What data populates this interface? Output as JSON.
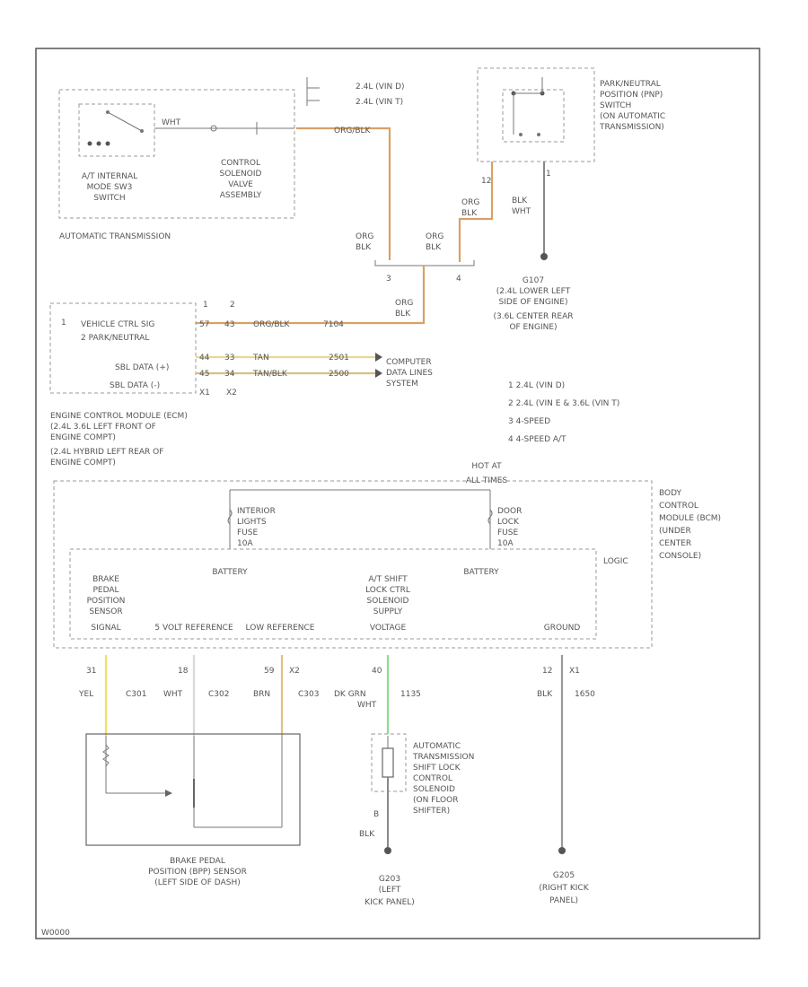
{
  "colors": {
    "wire_orange": "#d9a066",
    "wire_yellow": "#f0e060",
    "wire_green": "#8fdc8f",
    "wire_gray": "#b0b0b0",
    "wire_tan": "#d8c080",
    "ink": "#555555"
  },
  "trans": {
    "internal_switch": [
      "A/T INTERNAL",
      "MODE SW3",
      "SWITCH"
    ],
    "solenoid_valve": [
      "CONTROL",
      "SOLENOID",
      "VALVE",
      "ASSEMBLY"
    ],
    "section_label": "AUTOMATIC TRANSMISSION",
    "wire_whtv": "WHT",
    "wire_org_blk": "ORG/BLK",
    "engine_opt1": "2.4L (VIN D)",
    "engine_opt2": "2.4L (VIN T)"
  },
  "pnp": {
    "label": [
      "PARK/NEUTRAL",
      "POSITION (PNP)",
      "SWITCH",
      "(ON AUTOMATIC",
      "TRANSMISSION)"
    ],
    "pin_left": "12",
    "pin_right": "1",
    "wire_left": [
      "ORG",
      "BLK"
    ],
    "wire_right": [
      "BLK",
      "WHT"
    ],
    "splice_wire1": [
      "ORG",
      "BLK"
    ],
    "splice_wire2": [
      "ORG",
      "BLK"
    ],
    "splice_pin1": "3",
    "splice_pin2": "4"
  },
  "ground_g107": [
    "G107",
    "(2.4L LOWER LEFT",
    "SIDE OF ENGINE)",
    "(3.6L CENTER REAR",
    "OF ENGINE)"
  ],
  "ecm": {
    "pin_top1": "1",
    "pin_top2": "2",
    "pin_side": "1",
    "input_label": [
      "VEHICLE CTRL SIG",
      "2 PARK/NEUTRAL"
    ],
    "serial_data1": "SBL DATA (+)",
    "serial_data2": "SBL DATA (-)",
    "wire1": [
      "57",
      "43",
      "ORG/BLK",
      "7104"
    ],
    "wire2": [
      "44",
      "33",
      "TAN",
      "2501"
    ],
    "wire3": [
      "45",
      "34",
      "TAN/BLK",
      "2500"
    ],
    "pins_bottom": [
      "X1",
      "X2"
    ],
    "connector_label": [
      "ORG",
      "BLK"
    ],
    "data_system": [
      "COMPUTER",
      "DATA LINES",
      "SYSTEM"
    ],
    "label": [
      "ENGINE CONTROL MODULE (ECM)",
      "(2.4L 3.6L LEFT FRONT OF",
      "ENGINE COMPT)",
      "(2.4L HYBRID LEFT REAR OF",
      "ENGINE COMPT)"
    ]
  },
  "legend": [
    "1  2.4L (VIN D)",
    "2  2.4L (VIN E & 3.6L (VIN T)",
    "3  4-SPEED",
    "4  4-SPEED A/T"
  ],
  "bcm": {
    "hot_label": "HOT AT",
    "hot_sub": "ALL TIMES",
    "fuse1": [
      "INTERIOR",
      "LIGHTS",
      "FUSE",
      "10A"
    ],
    "fuse2": [
      "DOOR",
      "LOCK",
      "FUSE",
      "10A"
    ],
    "label": [
      "BODY",
      "CONTROL",
      "MODULE (BCM)",
      "(UNDER",
      "CENTER",
      "CONSOLE)"
    ],
    "logic": "LOGIC",
    "battery1": "BATTERY",
    "battery2": "BATTERY",
    "sensor_signal": [
      "BRAKE",
      "PEDAL",
      "POSITION",
      "SENSOR",
      "SIGNAL"
    ],
    "ref5v": "5 VOLT REFERENCE",
    "low_ref": "LOW REFERENCE",
    "shift_lock": [
      "A/T SHIFT",
      "LOCK CTRL",
      "SOLENOID",
      "SUPPLY",
      "VOLTAGE"
    ],
    "ground": "GROUND"
  },
  "circuits": {
    "c1": {
      "pin": "31",
      "wire": "YEL",
      "num": "C301"
    },
    "c2": {
      "pin": "18",
      "wire": "WHT",
      "num": "C302"
    },
    "c3": {
      "pin": "59",
      "conn": "X2",
      "wire": "BRN",
      "num": "C303"
    },
    "c4": {
      "pin": "40",
      "wire": [
        "DK GRN",
        "WHT"
      ],
      "num": "1135"
    },
    "c5": {
      "pin": "12",
      "conn": "X1",
      "wire": "BLK",
      "num": "1650"
    }
  },
  "bpp": {
    "label": [
      "BRAKE PEDAL",
      "POSITION (BPP) SENSOR",
      "(LEFT SIDE OF DASH)"
    ]
  },
  "solenoid": {
    "label": [
      "AUTOMATIC",
      "TRANSMISSION",
      "SHIFT LOCK",
      "CONTROL",
      "SOLENOID",
      "(ON FLOOR",
      "SHIFTER)"
    ],
    "pin": "B",
    "wire": "BLK"
  },
  "ground_g203": [
    "G203",
    "(LEFT",
    "KICK PANEL)"
  ],
  "ground_g205": [
    "G205",
    "(RIGHT KICK",
    "PANEL)"
  ],
  "footer_code": "W0000"
}
